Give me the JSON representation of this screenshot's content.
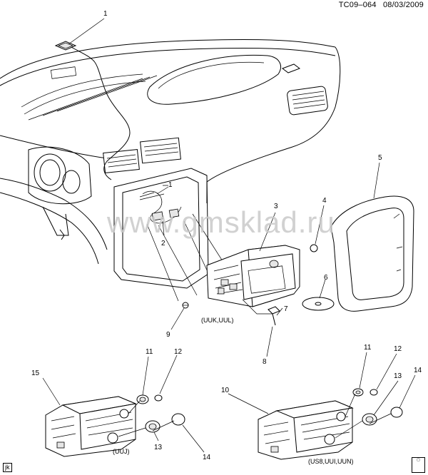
{
  "header": {
    "code": "TC09–064",
    "date": "08/03/2009"
  },
  "watermark": "www.gmsklad.ru",
  "corner_tag": "jk",
  "callouts": {
    "c1": "1",
    "c1b": "1",
    "c2": "2",
    "c3": "3",
    "c4": "4",
    "c5": "5",
    "c6": "6",
    "c7": "7",
    "c8": "8",
    "c9": "9",
    "c10": "10",
    "c11a": "11",
    "c12a": "12",
    "c13a": "13",
    "c14a": "14",
    "c15": "15",
    "c11b": "11",
    "c12b": "12",
    "c13b": "13",
    "c14b": "14"
  },
  "option_labels": {
    "main": "(UUK,UUL)",
    "left": "(UUJ)",
    "right": "(US8,UUI,UUN)"
  }
}
